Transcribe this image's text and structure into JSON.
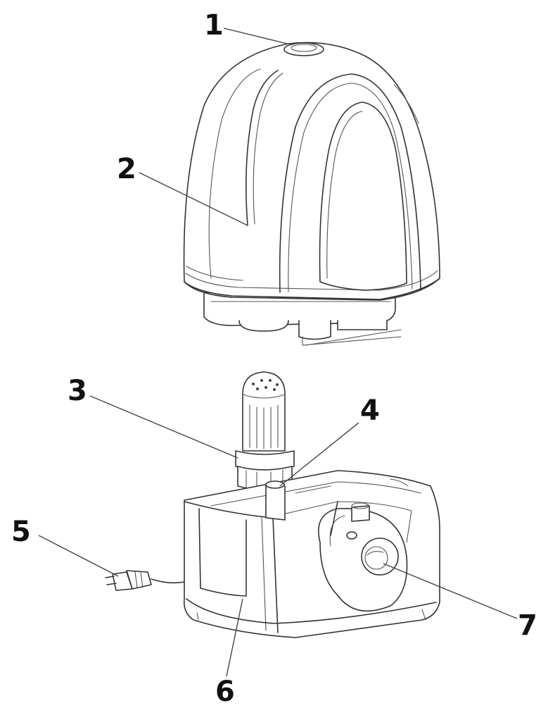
{
  "callouts": [
    {
      "id": "1",
      "label": "1"
    },
    {
      "id": "2",
      "label": "2"
    },
    {
      "id": "3",
      "label": "3"
    },
    {
      "id": "4",
      "label": "4"
    },
    {
      "id": "5",
      "label": "5"
    },
    {
      "id": "6",
      "label": "6"
    },
    {
      "id": "7",
      "label": "7"
    }
  ],
  "colors": {
    "line": "#333333",
    "background": "#ffffff",
    "text": "#111111"
  }
}
